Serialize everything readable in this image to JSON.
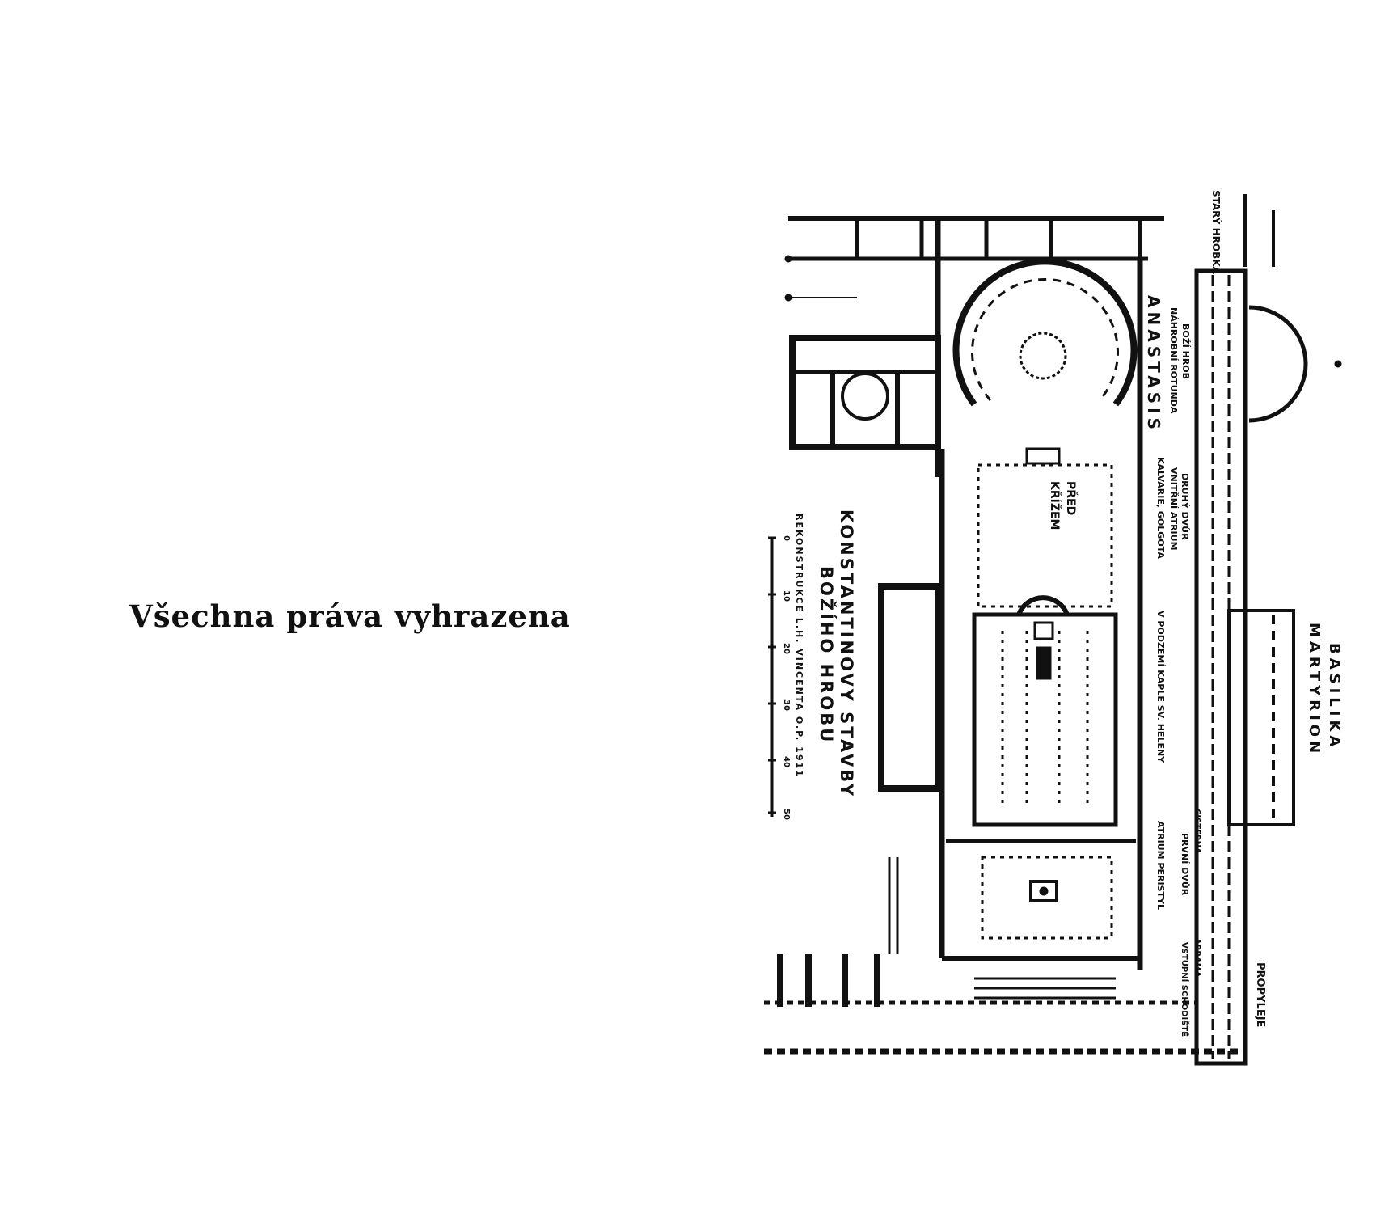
{
  "rights_notice": "Všechna práva vyhrazena",
  "plan": {
    "title_line1": "KONSTANTINOVY STAVBY",
    "title_line2": "BOŽÍHO HROBU",
    "reconstruction": "REKONSTRUKCE L.H. VINCENTA O.P. 1911",
    "scale_ticks": [
      "0",
      "10",
      "20",
      "30",
      "40",
      "50"
    ],
    "labels": {
      "stary_hrob": "STARÝ HROBKA",
      "anastasis": "ANASTASIS",
      "bozi_hrob": "BOŽÍ HROB",
      "nahrobni_rotunda": "NÁHROBNÍ ROTUNDA",
      "druhy_dvur": "DRUHÝ DVŮR",
      "vnitrni_atrium": "VNITŘNÍ ATRIUM",
      "kalvarie": "KALVARIE, GOLGOTA",
      "pred_krizem": "PŘED",
      "krizem": "KŘÍŽEM",
      "kaple": "V PODZEMÍ KAPLE SV. HELENY",
      "basilika": "BASILIKA",
      "martyrion": "MARTYRION",
      "prvni_dvur": "PRVNÍ DVŮR",
      "atrium_peristyl": "ATRIUM PERISTYL",
      "vstupni_schodiste": "VSTUPNÍ SCHODIŠTĚ",
      "propyleje": "PROPYLEJE",
      "cisterna": "CISTERNA",
      "abrama": "ABRAMA"
    }
  }
}
